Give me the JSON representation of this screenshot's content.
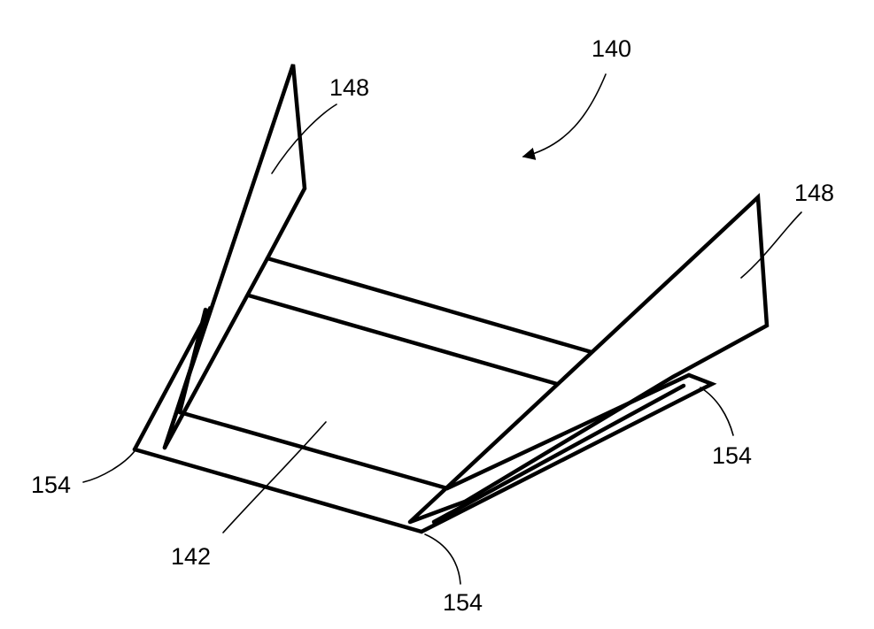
{
  "figure": {
    "assembly_label": "140",
    "labels": {
      "flap_left": "148",
      "flap_right": "148",
      "base_panel": "142",
      "edge_left": "154",
      "edge_bottom": "154",
      "edge_right": "154"
    },
    "colors": {
      "line": "#000000",
      "background": "#ffffff"
    }
  }
}
